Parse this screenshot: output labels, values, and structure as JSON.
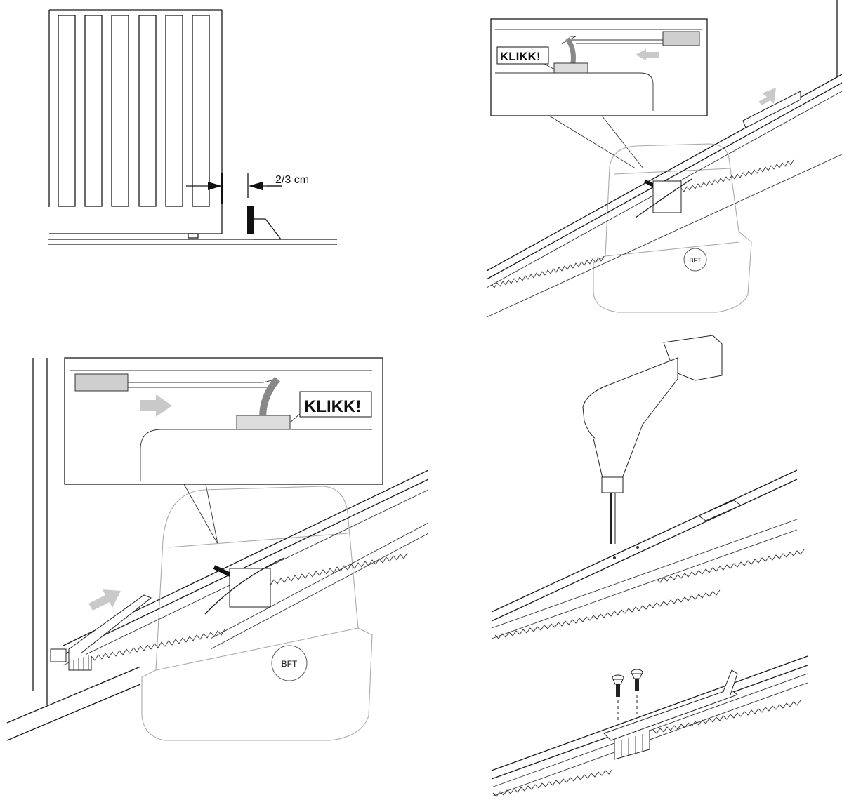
{
  "figures": {
    "gap": {
      "label": "2/3 cm"
    },
    "mount_top": {
      "callout": "KLIKK!"
    },
    "mount_bottom": {
      "callout": "KLIKK!"
    },
    "drill": {},
    "screws": {}
  },
  "motor": {
    "brand_mark": "BFT"
  },
  "colors": {
    "line": "#1a1a1a",
    "arrow": "#c9c9c9",
    "motor_outline": "#aaaaaa"
  }
}
